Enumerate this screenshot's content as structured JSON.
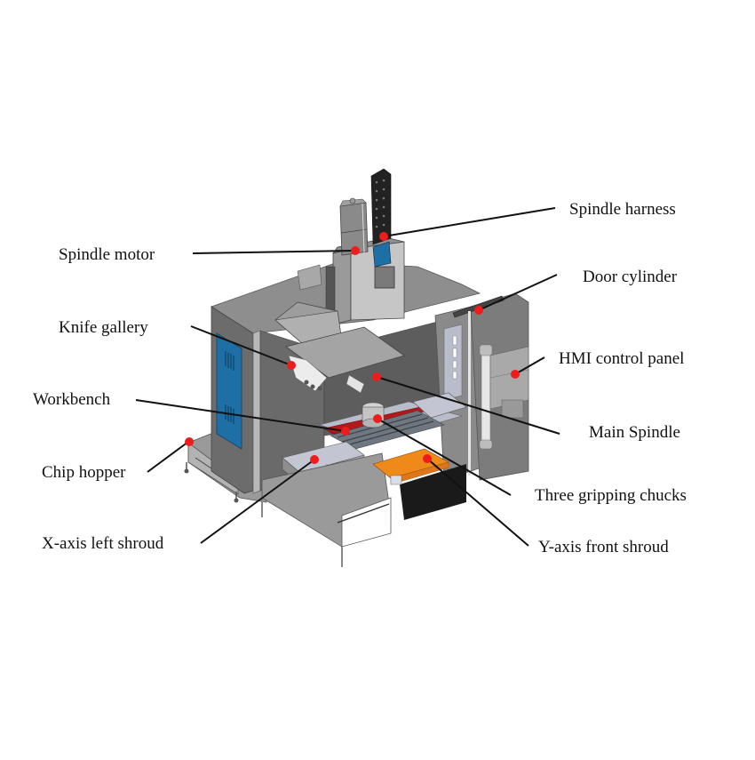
{
  "figure": {
    "subject": "Vertical machining center (CNC) cutaway with labeled components",
    "marker_color": "#ee1c1c",
    "leader_color": "#111111",
    "colors": {
      "body_gray": "#7d7d7d",
      "body_gray_light": "#a9a9a9",
      "body_gray_dark": "#5f5f5f",
      "door_blue": "#1e6fa6",
      "cover_orange": "#ef8a1a",
      "rail_red": "#b3181b",
      "cable_chain": "#1f1f1f",
      "shroud_lavender": "#b8bccb",
      "base_black": "#1a1a1a"
    }
  },
  "labels": {
    "spindle_harness": "Spindle harness",
    "spindle_motor": "Spindle motor",
    "door_cylinder": "Door cylinder",
    "knife_gallery": "Knife gallery",
    "hmi_control_panel": "HMI control panel",
    "workbench": "Workbench",
    "main_spindle": "Main Spindle",
    "chip_hopper": "Chip hopper",
    "three_gripping_chucks": "Three gripping chucks",
    "x_axis_left_shroud": "X-axis left shroud",
    "y_axis_front_shroud": "Y-axis front shroud"
  }
}
